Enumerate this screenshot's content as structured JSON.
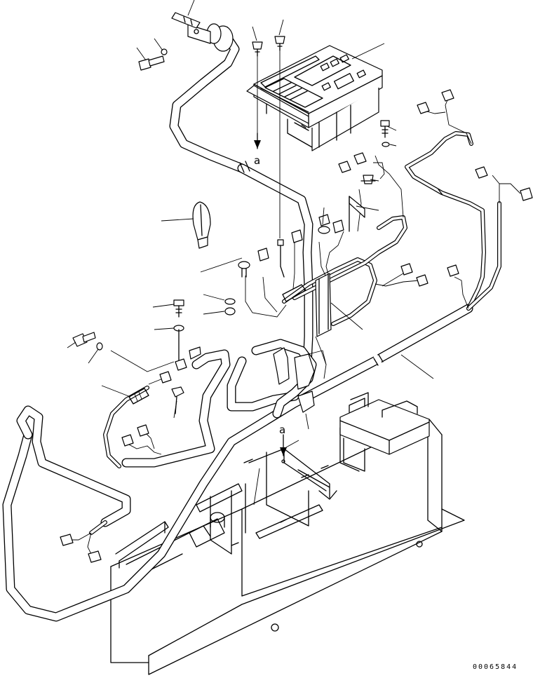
{
  "drawing_number": "00065844",
  "reference_marks": [
    "a",
    "a"
  ]
}
